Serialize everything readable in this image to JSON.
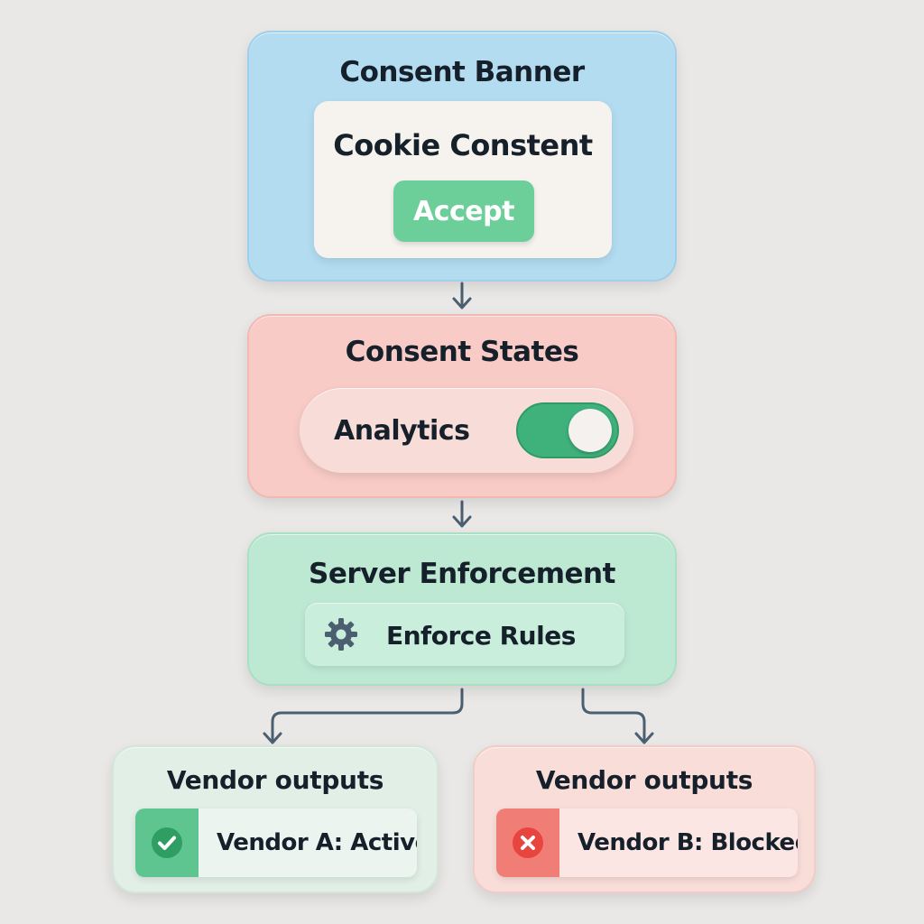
{
  "banner": {
    "title": "Consent Banner",
    "panel_title": "Cookie Constent",
    "accept_label": "Accept"
  },
  "states": {
    "title": "Consent States",
    "analytics_label": "Analytics",
    "analytics_enabled": true
  },
  "server": {
    "title": "Server Enforcement",
    "rule_label": "Enforce Rules",
    "rule_icon": "gear-icon"
  },
  "vendors": [
    {
      "title": "Vendor outputs",
      "label": "Vendor A: Active",
      "icon": "check-icon",
      "color": "#5ec590"
    },
    {
      "title": "Vendor outputs",
      "label": "Vendor B: Blocked",
      "icon": "cross-icon",
      "color": "#e8453f"
    }
  ],
  "colors": {
    "banner_bg": "#b3dcf1",
    "states_bg": "#f8cbc6",
    "server_bg": "#bde9d3",
    "toggle_on": "#3fb27c",
    "connector": "#4b5f70"
  }
}
